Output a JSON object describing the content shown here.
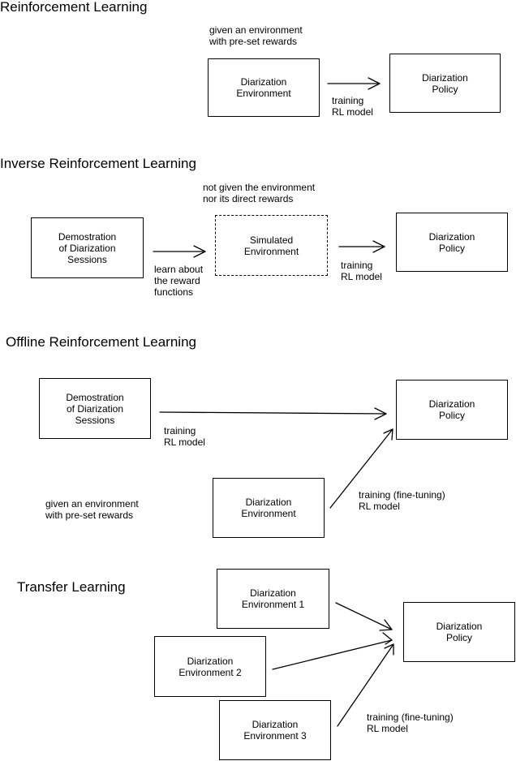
{
  "sections": {
    "rl": {
      "title": "Reinforcement Learning",
      "note": "given an environment\nwith pre-set rewards",
      "env_box": "Diarization\nEnvironment",
      "policy_box": "Diarization\nPolicy",
      "arrow_label": "training\nRL model"
    },
    "irl": {
      "title": "Inverse Reinforcement Learning",
      "note": "not given the environment\nnor its direct rewards",
      "demo_box": "Demostration\nof Diarization\nSessions",
      "sim_box": "Simulated\nEnvironment",
      "policy_box": "Diarization\nPolicy",
      "label_learn": "learn about\nthe reward\nfunctions",
      "label_train": "training\nRL model"
    },
    "offline": {
      "title": "Offline Reinforcement Learning",
      "demo_box": "Demostration\nof Diarization\nSessions",
      "policy_box": "Diarization\nPolicy",
      "env_box": "Diarization\nEnvironment",
      "label_train": "training\nRL model",
      "note": "given an environment\nwith pre-set rewards",
      "label_finetune": "training (fine-tuning)\nRL model"
    },
    "transfer": {
      "title": "Transfer Learning",
      "env1_box": "Diarization\nEnvironment 1",
      "env2_box": "Diarization\nEnvironment 2",
      "env3_box": "Diarization\nEnvironment 3",
      "policy_box": "Diarization\nPolicy",
      "label_finetune": "training (fine-tuning)\nRL model"
    }
  }
}
